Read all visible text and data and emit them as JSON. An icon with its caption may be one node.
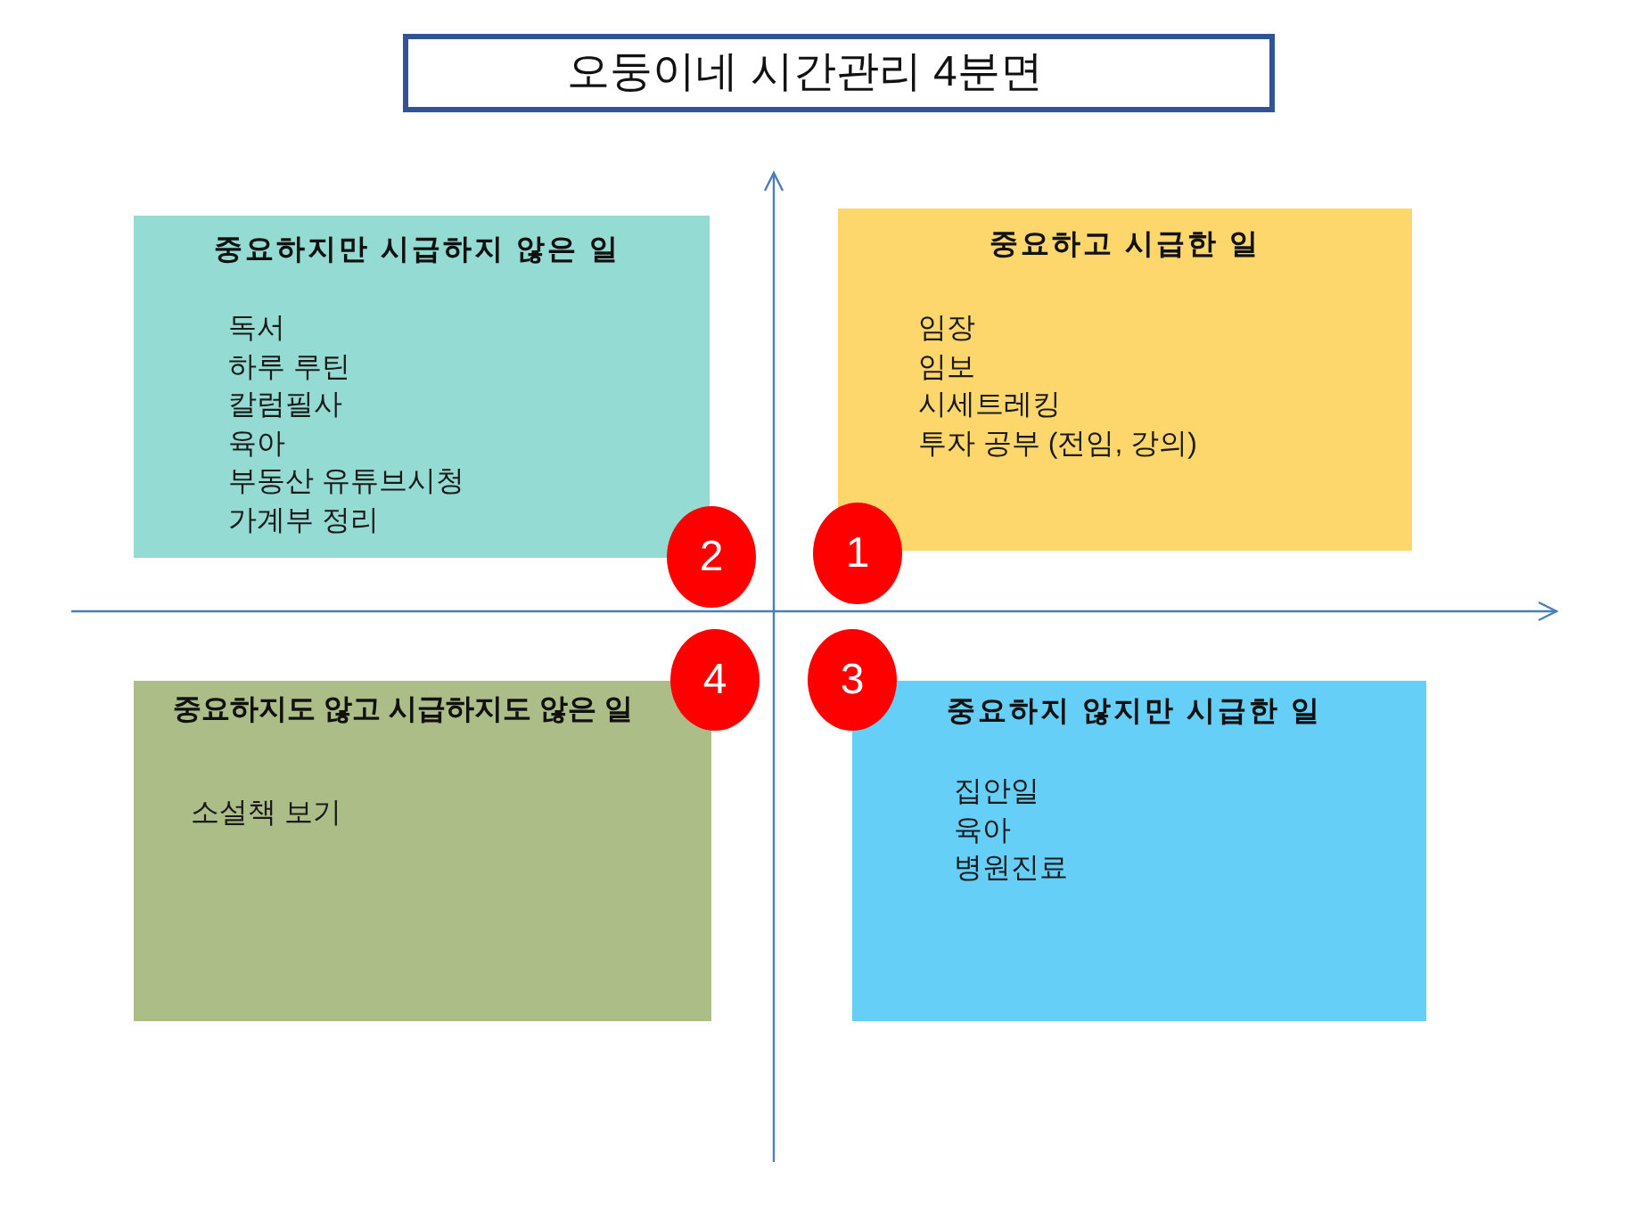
{
  "diagram": {
    "title": "오둥이네 시간관리 4분면",
    "nodes": [
      {
        "text": [
          "중요하지만 시급하지 않은 일",
          "독서",
          "하루 루틴",
          "칼럼필사",
          "육아",
          "부동산 유튜브시청",
          "가계부 정리"
        ]
      },
      {
        "text": [
          "중요하고 시급한 일",
          "임장",
          "임보",
          "시세트레킹",
          "투자 공부 (전임, 강의)"
        ]
      },
      {
        "text": [
          "2"
        ]
      },
      {
        "text": [
          "1"
        ]
      },
      {
        "text": [
          "4"
        ]
      },
      {
        "text": [
          "3"
        ]
      },
      {
        "text": [
          "중요하지도 않고 시급하지도 않은 일",
          "소설책 보기"
        ]
      },
      {
        "text": [
          "중요하지 않지만 시급한 일",
          "집안일",
          "육아",
          "병원진료"
        ]
      }
    ]
  }
}
